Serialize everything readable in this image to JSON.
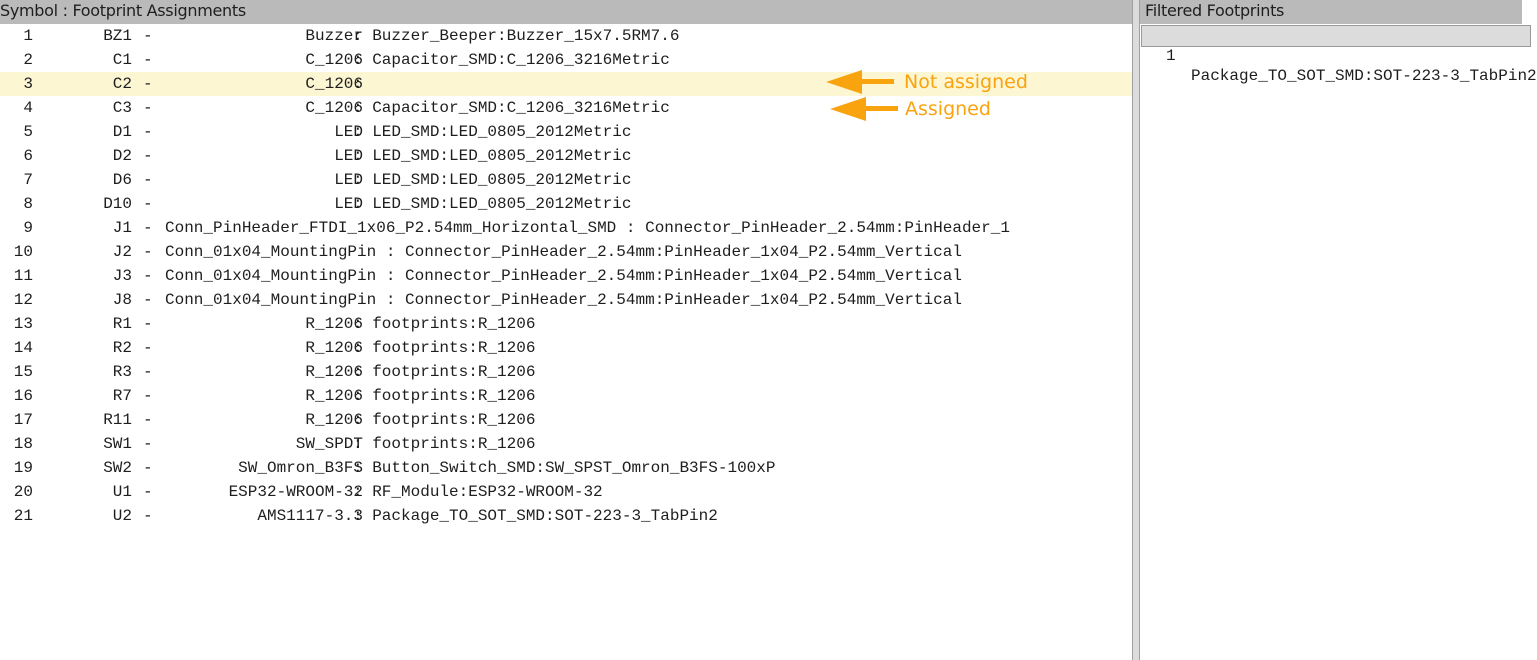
{
  "left_pane": {
    "title": "Symbol : Footprint Assignments",
    "rows": [
      {
        "num": "1",
        "ref": "BZ1",
        "symbol": "Buzzer",
        "footprint": "Buzzer_Beeper:Buzzer_15x7.5RM7.6"
      },
      {
        "num": "2",
        "ref": "C1",
        "symbol": "C_1206",
        "footprint": "Capacitor_SMD:C_1206_3216Metric"
      },
      {
        "num": "3",
        "ref": "C2",
        "symbol": "C_1206",
        "footprint": "",
        "selected": true
      },
      {
        "num": "4",
        "ref": "C3",
        "symbol": "C_1206",
        "footprint": "Capacitor_SMD:C_1206_3216Metric"
      },
      {
        "num": "5",
        "ref": "D1",
        "symbol": "LED",
        "footprint": "LED_SMD:LED_0805_2012Metric"
      },
      {
        "num": "6",
        "ref": "D2",
        "symbol": "LED",
        "footprint": "LED_SMD:LED_0805_2012Metric"
      },
      {
        "num": "7",
        "ref": "D6",
        "symbol": "LED",
        "footprint": "LED_SMD:LED_0805_2012Metric"
      },
      {
        "num": "8",
        "ref": "D10",
        "symbol": "LED",
        "footprint": "LED_SMD:LED_0805_2012Metric"
      },
      {
        "num": "9",
        "ref": "J1",
        "symbol": "Conn_PinHeader_FTDI_1x06_P2.54mm_Horizontal_SMD",
        "footprint": "Connector_PinHeader_2.54mm:PinHeader_1"
      },
      {
        "num": "10",
        "ref": "J2",
        "symbol": "Conn_01x04_MountingPin",
        "footprint": "Connector_PinHeader_2.54mm:PinHeader_1x04_P2.54mm_Vertical"
      },
      {
        "num": "11",
        "ref": "J3",
        "symbol": "Conn_01x04_MountingPin",
        "footprint": "Connector_PinHeader_2.54mm:PinHeader_1x04_P2.54mm_Vertical"
      },
      {
        "num": "12",
        "ref": "J8",
        "symbol": "Conn_01x04_MountingPin",
        "footprint": "Connector_PinHeader_2.54mm:PinHeader_1x04_P2.54mm_Vertical"
      },
      {
        "num": "13",
        "ref": "R1",
        "symbol": "R_1206",
        "footprint": "footprints:R_1206"
      },
      {
        "num": "14",
        "ref": "R2",
        "symbol": "R_1206",
        "footprint": "footprints:R_1206"
      },
      {
        "num": "15",
        "ref": "R3",
        "symbol": "R_1206",
        "footprint": "footprints:R_1206"
      },
      {
        "num": "16",
        "ref": "R7",
        "symbol": "R_1206",
        "footprint": "footprints:R_1206"
      },
      {
        "num": "17",
        "ref": "R11",
        "symbol": "R_1206",
        "footprint": "footprints:R_1206"
      },
      {
        "num": "18",
        "ref": "SW1",
        "symbol": "SW_SPDT",
        "footprint": "footprints:R_1206"
      },
      {
        "num": "19",
        "ref": "SW2",
        "symbol": "SW_Omron_B3FS",
        "footprint": "Button_Switch_SMD:SW_SPST_Omron_B3FS-100xP"
      },
      {
        "num": "20",
        "ref": "U1",
        "symbol": "ESP32-WROOM-32",
        "footprint": "RF_Module:ESP32-WROOM-32"
      },
      {
        "num": "21",
        "ref": "U2",
        "symbol": "AMS1117-3.3",
        "footprint": "Package_TO_SOT_SMD:SOT-223-3_TabPin2"
      }
    ]
  },
  "annotations": {
    "not_assigned": "Not assigned",
    "assigned": "Assigned",
    "color": "#f9a30f"
  },
  "right_pane": {
    "title": "Filtered Footprints",
    "items": [
      {
        "num": "1",
        "value": "Package_TO_SOT_SMD:SOT-223-3_TabPin2"
      }
    ]
  },
  "colors": {
    "header_bg": "#bababa",
    "selected_row_bg": "#fdf6d3"
  }
}
